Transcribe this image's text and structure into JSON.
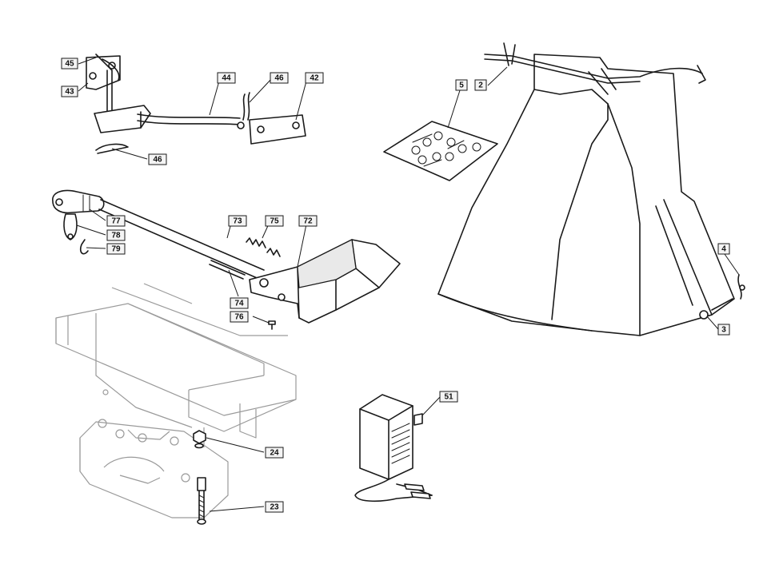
{
  "callouts": {
    "c2": "2",
    "c3": "3",
    "c4": "4",
    "c5": "5",
    "c23": "23",
    "c24": "24",
    "c42": "42",
    "c43": "43",
    "c44": "44",
    "c45": "45",
    "c46a": "46",
    "c46b": "46",
    "c51": "51",
    "c72": "72",
    "c73": "73",
    "c74": "74",
    "c75": "75",
    "c76": "76",
    "c77": "77",
    "c78": "78",
    "c79": "79"
  }
}
